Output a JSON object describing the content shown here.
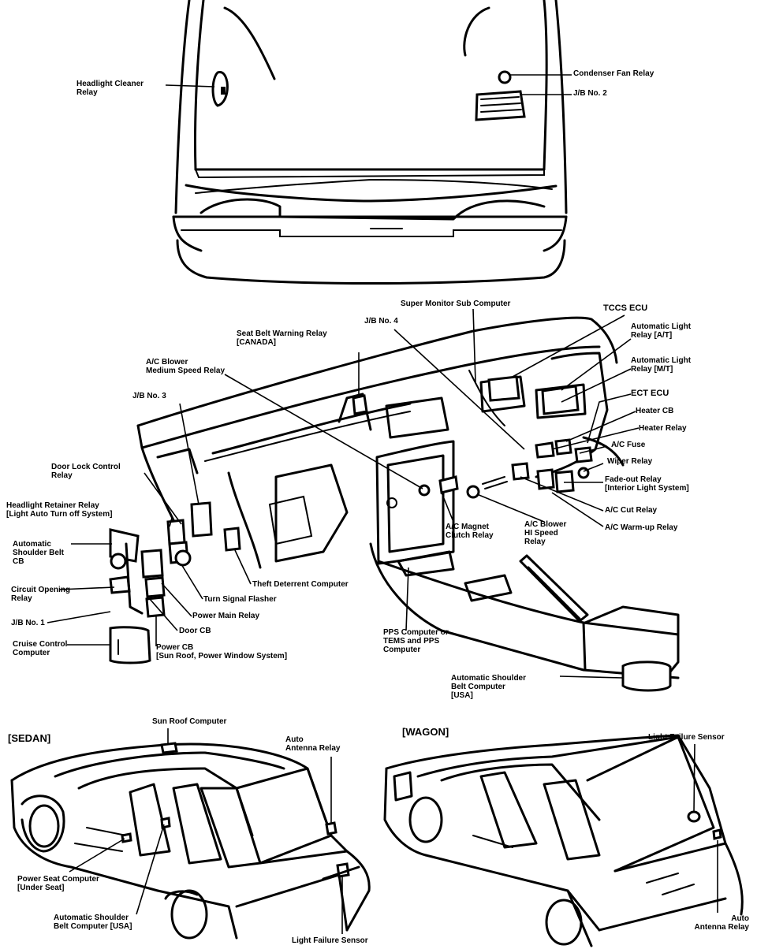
{
  "diagram": {
    "sections": {
      "sedan": "[SEDAN]",
      "wagon": "[WAGON]"
    },
    "engine": {
      "headlight_cleaner_relay": "Headlight Cleaner\nRelay",
      "condenser_fan_relay": "Condenser Fan Relay",
      "jb_no_2": "J/B No. 2"
    },
    "dash": {
      "super_monitor_sub_computer": "Super Monitor Sub Computer",
      "tccs_ecu": "TCCS ECU",
      "jb_no_4": "J/B No. 4",
      "seat_belt_warning_relay": "Seat Belt Warning Relay\n[CANADA]",
      "automatic_light_relay_at": "Automatic Light\nRelay [A/T]",
      "automatic_light_relay_mt": "Automatic Light\nRelay [M/T]",
      "ac_blower_medium_speed_relay": "A/C Blower\nMedium Speed Relay",
      "ect_ecu": "ECT ECU",
      "jb_no_3": "J/B No. 3",
      "heater_cb": "Heater CB",
      "heater_relay": "Heater Relay",
      "ac_fuse": "A/C Fuse",
      "wiper_relay": "Wiper Relay",
      "door_lock_control_relay": "Door Lock Control\nRelay",
      "fade_out_relay": "Fade-out Relay\n[Interior Light System]",
      "headlight_retainer_relay": "Headlight Retainer Relay\n[Light Auto Turn off System]",
      "ac_cut_relay": "A/C Cut Relay",
      "ac_warm_up_relay": "A/C Warm-up Relay",
      "automatic_shoulder_belt_cb": "Automatic\nShoulder Belt\nCB",
      "ac_magnet_clutch_relay": "A/C Magnet\nClutch Relay",
      "ac_blower_hi_speed_relay": "A/C Blower\nHI Speed\nRelay",
      "theft_deterrent_computer": "Theft Deterrent Computer",
      "circuit_opening_relay": "Circuit Opening\nRelay",
      "turn_signal_flasher": "Turn Signal Flasher",
      "power_main_relay": "Power Main Relay",
      "jb_no_1": "J/B No. 1",
      "door_cb": "Door CB",
      "pps_computer": "PPS Computer or\nTEMS and PPS\nComputer",
      "cruise_control_computer": "Cruise Control\nComputer",
      "power_cb": "Power CB\n[Sun Roof, Power Window System]",
      "automatic_shoulder_belt_computer_usa_console": "Automatic Shoulder\nBelt Computer\n[USA]"
    },
    "sedan": {
      "sun_roof_computer": "Sun Roof Computer",
      "auto_antenna_relay": "Auto\nAntenna Relay",
      "power_seat_computer": "Power Seat Computer\n[Under Seat]",
      "automatic_shoulder_belt_computer_usa": "Automatic Shoulder\nBelt Computer [USA]",
      "light_failure_sensor": "Light Failure Sensor"
    },
    "wagon": {
      "light_failure_sensor": "Light Failure Sensor",
      "auto_antenna_relay": "Auto\nAntenna Relay"
    }
  }
}
